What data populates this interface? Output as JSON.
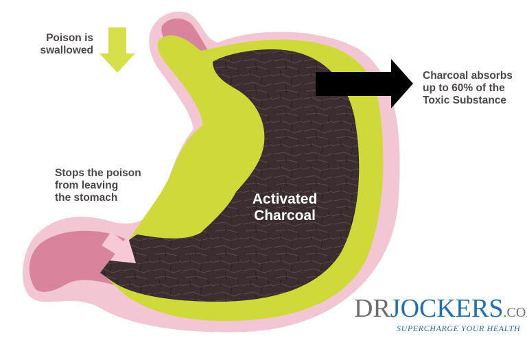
{
  "labels": {
    "swallowed": "Poison is\nswallowed",
    "absorbs": "Charcoal absorbs\nup to 60% of the\nToxic Substance",
    "stops": "Stops the poison\nfrom leaving\nthe stomach",
    "center": "Activated\nCharcoal"
  },
  "brand": {
    "dr": "DR",
    "jockers": "JOCKERS",
    "com": ".COM",
    "tagline": "SUPERCHARGE YOUR HEALTH"
  },
  "colors": {
    "outline_pink": "#f2c6d3",
    "wall_pink": "#d8849d",
    "lining_yellow": "#cfda3a",
    "charcoal": "#3c2e30",
    "arrow_yellow": "#d6e04a",
    "arrow_black": "#000000",
    "arrow_pink": "#f7c9d6"
  }
}
